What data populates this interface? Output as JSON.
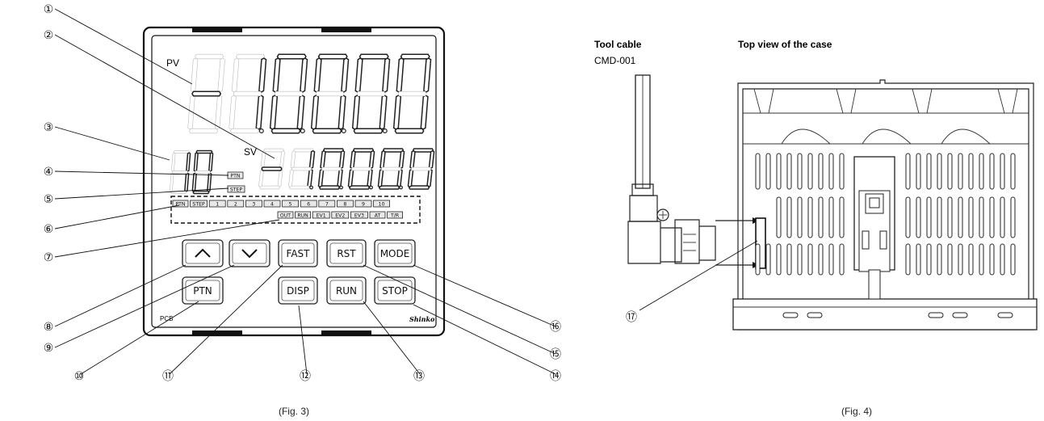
{
  "fig3": {
    "caption": "(Fig. 3)",
    "display": {
      "pv_label": "PV",
      "sv_label": "SV",
      "pv_digits": "-1.0.0.0.0",
      "pattern_digits": "10",
      "sv_digits": "-1.0.0.0.0",
      "ptn_indicator": "PTN",
      "step_indicator": "STEP",
      "step_row": [
        "PTN",
        "STEP",
        "1",
        "2",
        "3",
        "4",
        "5",
        "6",
        "7",
        "8",
        "9",
        "10"
      ],
      "status_row": [
        "OUT",
        "RUN",
        "EV1",
        "EV2",
        "EV3",
        "AT",
        "T/R"
      ]
    },
    "keys": {
      "up": "∧",
      "down": "∨",
      "fast": "FAST",
      "rst": "RST",
      "mode": "MODE",
      "ptn": "PTN",
      "disp": "DISP",
      "run": "RUN",
      "stop": "STOP"
    },
    "model_label": "PCB",
    "brand_label": "Shinko",
    "callouts": [
      "①",
      "②",
      "③",
      "④",
      "⑤",
      "⑥",
      "⑦",
      "⑧",
      "⑨",
      "⑩",
      "⑪",
      "⑫",
      "⑬",
      "⑭",
      "⑮",
      "⑯"
    ]
  },
  "fig4": {
    "caption": "(Fig. 4)",
    "tool_cable_title": "Tool cable",
    "tool_cable_model": "CMD-001",
    "case_title": "Top view of the case",
    "callout": "⑰"
  }
}
